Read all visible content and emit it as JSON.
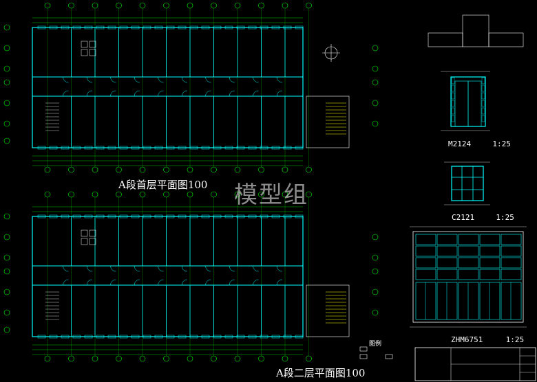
{
  "plans": {
    "first_floor_title": "A段首层平面图100",
    "second_floor_title": "A段二层平面图100"
  },
  "details": {
    "door_label": "M2124",
    "door_scale": "1:25",
    "window_label": "C2121",
    "window_scale": "1:25",
    "curtain_label": "ZHM6751",
    "curtain_scale": "1:25"
  },
  "watermark": "模型组",
  "legend": {
    "title": "图例"
  },
  "colors": {
    "wall": "#00ffff",
    "axis": "#00ff00",
    "frame": "#ffffff",
    "stair": "#ffff00",
    "annot": "#ffffff",
    "background": "#000000"
  }
}
